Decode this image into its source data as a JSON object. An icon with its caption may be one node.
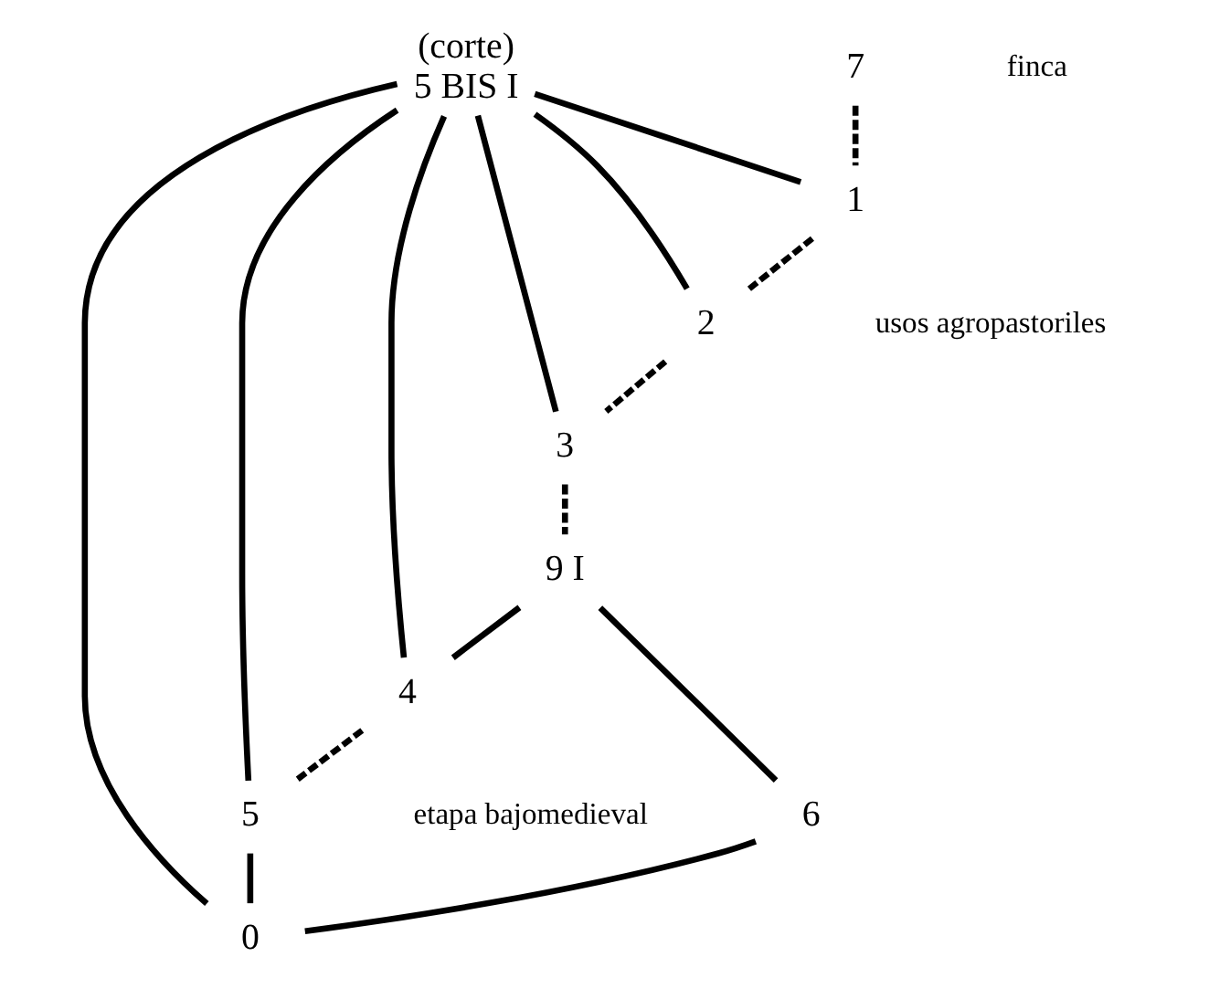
{
  "diagram": {
    "nodes": [
      {
        "text": [
          "(corte)",
          "5 BIS I"
        ]
      },
      {
        "text": [
          "7"
        ]
      },
      {
        "text": [
          "1"
        ]
      },
      {
        "text": [
          "2"
        ]
      },
      {
        "text": [
          "3"
        ]
      },
      {
        "text": [
          "9 I"
        ]
      },
      {
        "text": [
          "4"
        ]
      },
      {
        "text": [
          "5"
        ]
      },
      {
        "text": [
          "6"
        ]
      },
      {
        "text": [
          "0"
        ]
      }
    ],
    "edges": [
      {
        "from": 1,
        "to": 2,
        "arrow": "none",
        "style": "dashed"
      },
      {
        "from": 2,
        "to": 3,
        "arrow": "none",
        "style": "dashed"
      },
      {
        "from": 3,
        "to": 4,
        "arrow": "none",
        "style": "dashed"
      },
      {
        "from": 4,
        "to": 5,
        "arrow": "none",
        "style": "dashed"
      },
      {
        "from": 5,
        "to": 6,
        "arrow": "none"
      },
      {
        "from": 5,
        "to": 8,
        "arrow": "none"
      },
      {
        "from": 6,
        "to": 7,
        "arrow": "none",
        "style": "dashed"
      },
      {
        "from": 7,
        "to": 9,
        "arrow": "none"
      },
      {
        "from": 8,
        "to": 9,
        "arrow": "none"
      },
      {
        "from": 0,
        "to": 2,
        "arrow": "none"
      },
      {
        "from": 0,
        "to": 3,
        "arrow": "none"
      },
      {
        "from": 0,
        "to": 4,
        "arrow": "none"
      },
      {
        "from": 0,
        "to": 6,
        "arrow": "none"
      },
      {
        "from": 0,
        "to": 7,
        "arrow": "none"
      },
      {
        "from": 0,
        "to": 9,
        "arrow": "none"
      }
    ],
    "labels": [
      "finca",
      "usos agropastoriles",
      "etapa bajomedieval"
    ]
  }
}
